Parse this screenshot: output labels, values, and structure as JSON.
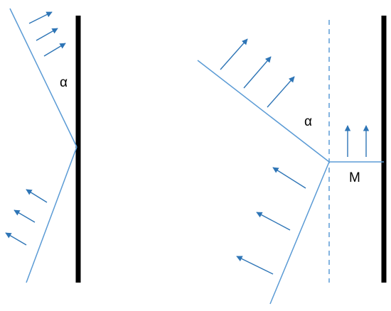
{
  "diagram": {
    "left_panel": {
      "angle_label": "α"
    },
    "right_panel": {
      "angle_label": "α",
      "region_label": "M"
    },
    "colors": {
      "ray": "#5b9bd5",
      "wall": "#000000",
      "background": "#ffffff"
    }
  }
}
